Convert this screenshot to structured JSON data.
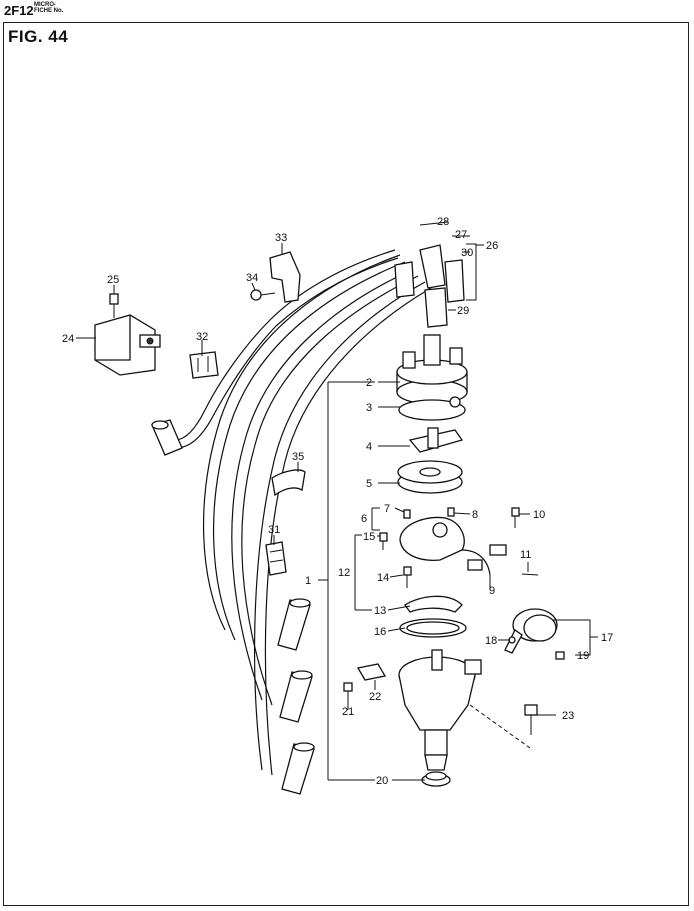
{
  "header": {
    "code": "2F12",
    "micro_line1": "MICRO-",
    "micro_line2": "FICHE No."
  },
  "figure": {
    "title": "FIG.  44"
  },
  "callouts": [
    "1",
    "2",
    "3",
    "4",
    "5",
    "6",
    "7",
    "8",
    "9",
    "10",
    "11",
    "12",
    "13",
    "14",
    "15",
    "16",
    "17",
    "18",
    "19",
    "20",
    "21",
    "22",
    "23",
    "24",
    "25",
    "26",
    "27",
    "28",
    "29",
    "30",
    "31",
    "32",
    "33",
    "34",
    "35"
  ]
}
